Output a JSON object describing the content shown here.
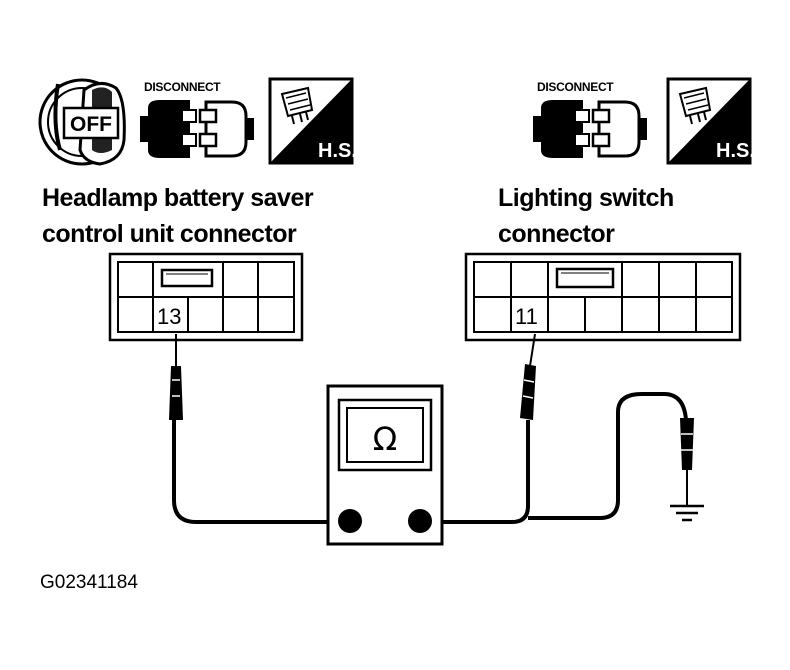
{
  "icons": {
    "ignition_text": "OFF",
    "disconnect_left": "DISCONNECT",
    "disconnect_right": "DISCONNECT",
    "hs_left": "H.S.",
    "hs_right": "H.S."
  },
  "connectors": {
    "left": {
      "label_line1": "Headlamp battery saver",
      "label_line2": "control unit connector",
      "terminal": "13"
    },
    "right": {
      "label_line1": "Lighting switch",
      "label_line2": "connector",
      "terminal": "11"
    }
  },
  "meter": {
    "symbol": "Ω"
  },
  "figure_code": "G02341184"
}
